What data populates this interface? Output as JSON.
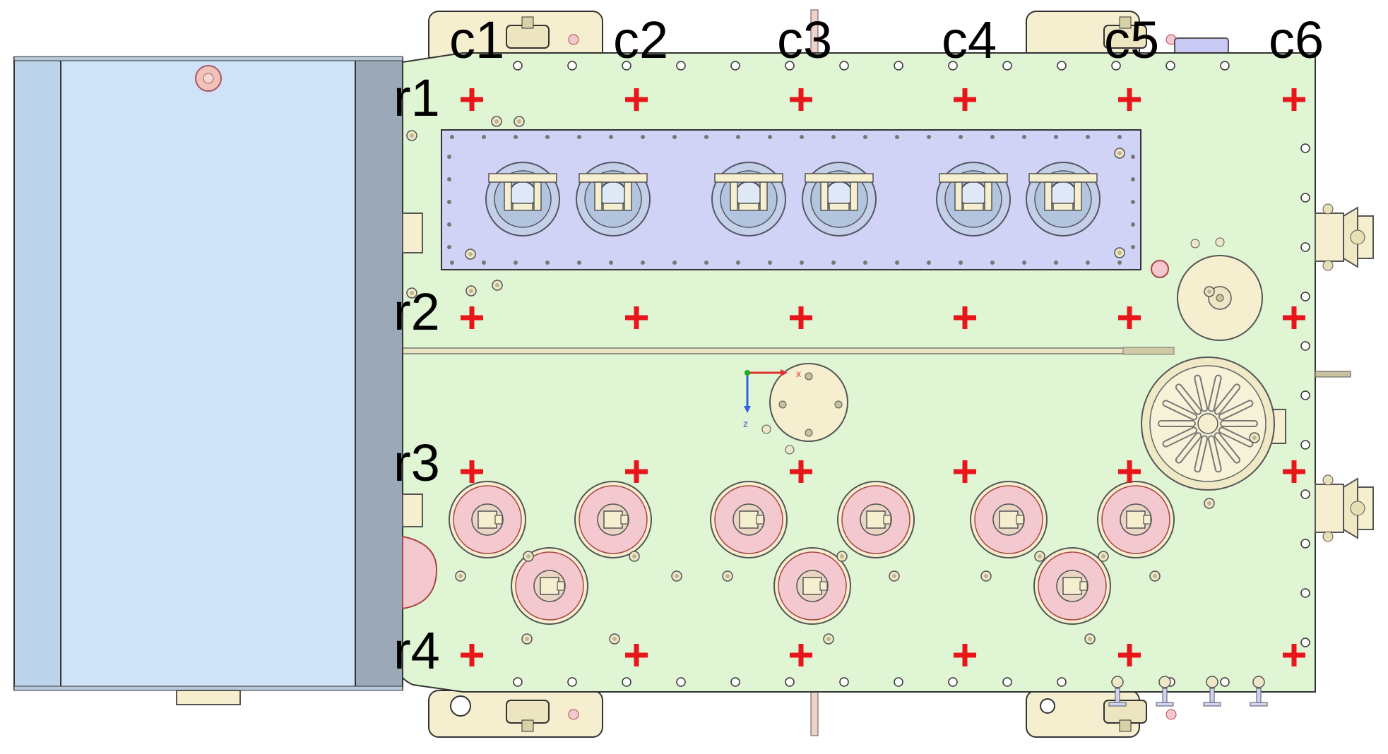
{
  "columns": [
    {
      "label": "c1"
    },
    {
      "label": "c2"
    },
    {
      "label": "c3"
    },
    {
      "label": "c4"
    },
    {
      "label": "c5"
    },
    {
      "label": "c6"
    }
  ],
  "rows": [
    {
      "label": "r1"
    },
    {
      "label": "r2"
    },
    {
      "label": "r3"
    },
    {
      "label": "r4"
    }
  ],
  "axis_triad": {
    "x_label": "x",
    "z_label": "z"
  },
  "colors": {
    "plate_green": "#dff5d3",
    "tank_blue": "#cfe3f8",
    "tank_side_grey": "#9aa8b8",
    "connector_panel_violet": "#d0d3f6",
    "cream_part": "#f5efcf",
    "pink_part": "#f3c9cf",
    "marker_red": "#e8161b"
  },
  "icons": {
    "grid_marker": "red-plus-marker",
    "upper_connector": "cable-connector-icon",
    "lower_connector": "round-socket-icon",
    "triad": "coordinate-triad-icon"
  }
}
